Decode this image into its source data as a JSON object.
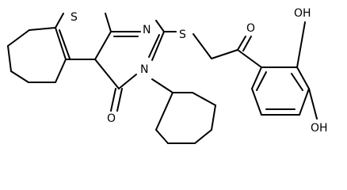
{
  "structure": {
    "atoms": {
      "sulfur_ring": "S",
      "sulfur_link": "S",
      "nitrogen_top": "N",
      "nitrogen_bottom": "N",
      "oxygen_amide": "O",
      "oxygen_ketone": "O",
      "hydroxyl_ortho": "OH",
      "hydroxyl_para": "OH"
    },
    "colors": {
      "bond": "#000000",
      "label": "#000000",
      "background": "#ffffff"
    }
  }
}
